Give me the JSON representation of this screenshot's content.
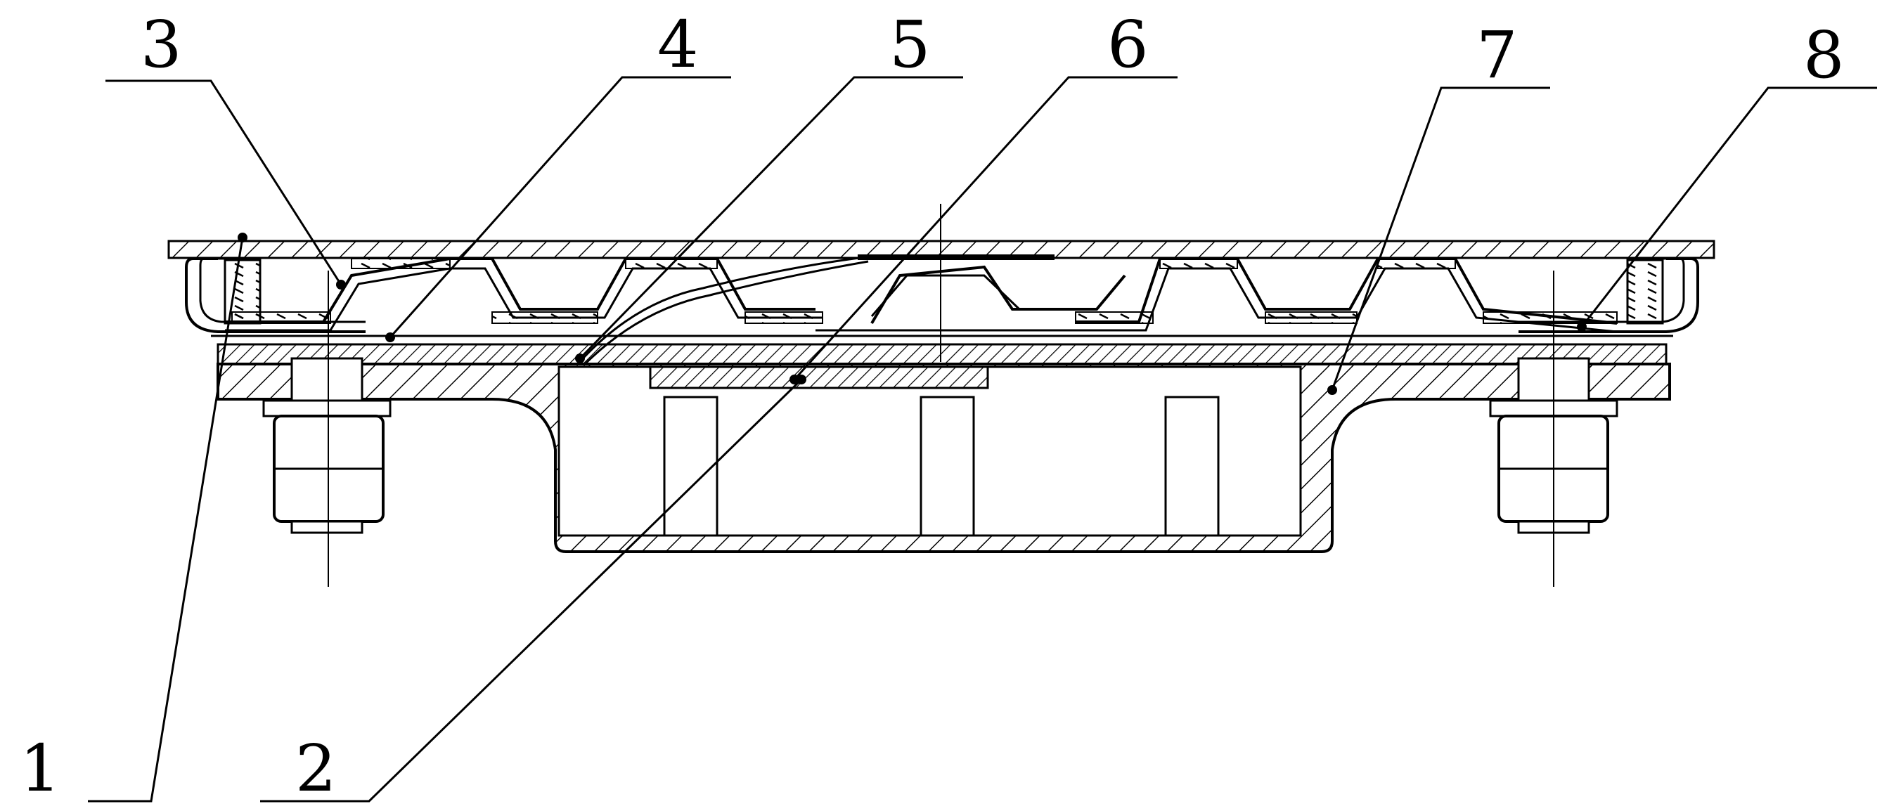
{
  "figure": {
    "labels": [
      {
        "id": "callout-1",
        "text": "1"
      },
      {
        "id": "callout-2",
        "text": "2"
      },
      {
        "id": "callout-3",
        "text": "3"
      },
      {
        "id": "callout-4",
        "text": "4"
      },
      {
        "id": "callout-5",
        "text": "5"
      },
      {
        "id": "callout-6",
        "text": "6"
      },
      {
        "id": "callout-7",
        "text": "7"
      },
      {
        "id": "callout-8",
        "text": "8"
      }
    ]
  },
  "colors": {
    "line": "#000000",
    "background": "#ffffff"
  }
}
